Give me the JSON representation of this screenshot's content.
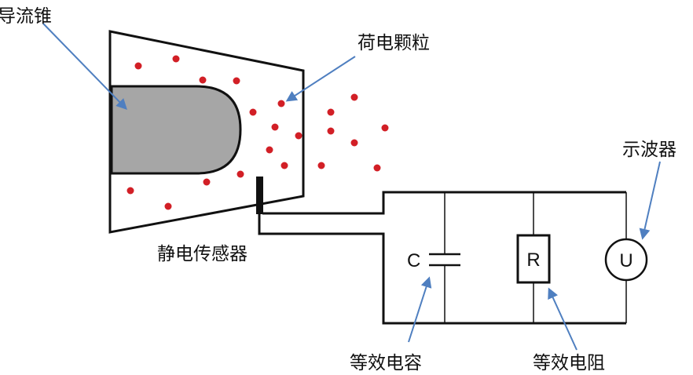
{
  "labels": {
    "guide_cone": "导流锥",
    "charged_particles": "荷电颗粒",
    "electrostatic_sensor": "静电传感器",
    "oscilloscope": "示波器",
    "equivalent_capacitance": "等效电容",
    "equivalent_resistance": "等效电阻"
  },
  "components": {
    "capacitor": "C",
    "resistor": "R",
    "meter": "U"
  },
  "colors": {
    "particle": "#d21f26",
    "arrow": "#4f7fc0",
    "cone_fill": "#a6a6a6",
    "line": "#111111"
  }
}
